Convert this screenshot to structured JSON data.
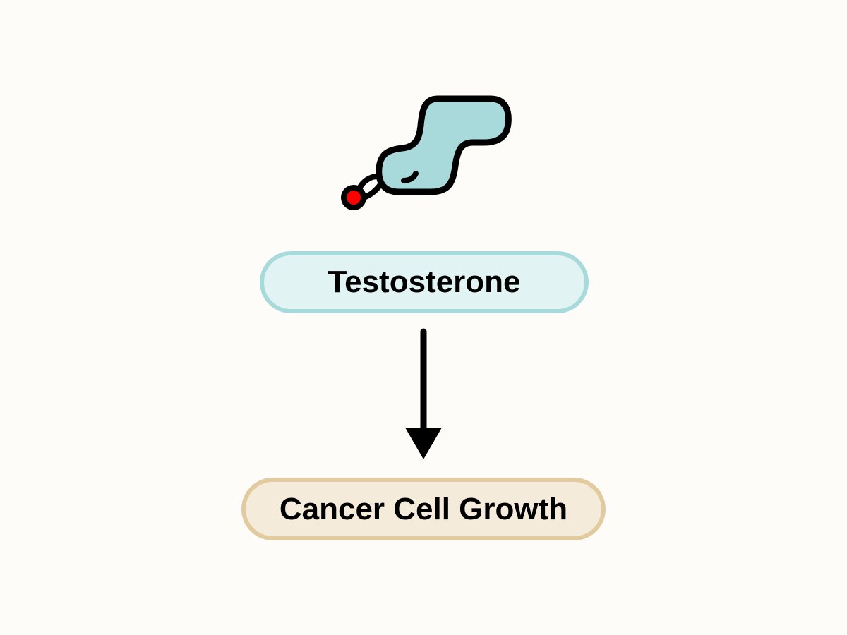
{
  "diagram": {
    "icon": "hormone-molecule-icon",
    "nodes": [
      {
        "id": "testosterone",
        "label": "Testosterone",
        "fill": "#e1f3f3",
        "border": "#a7dbdb"
      },
      {
        "id": "growth",
        "label": "Cancer Cell Growth",
        "fill": "#f4ebda",
        "border": "#e2cb9f"
      }
    ],
    "edges": [
      {
        "from": "testosterone",
        "to": "growth",
        "type": "arrow"
      }
    ],
    "colors": {
      "molecule_fill": "#a8dadc",
      "molecule_dot": "#ff0000",
      "stroke": "#000000",
      "background": "#fdfcf8"
    }
  }
}
